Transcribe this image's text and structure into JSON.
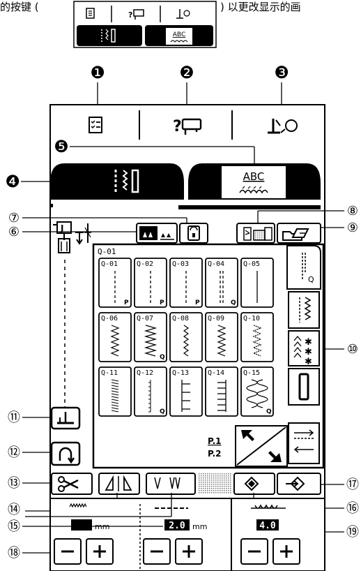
{
  "caption": {
    "left_text": "的按键 (",
    "right_text": ") 以更改显示的画"
  },
  "callouts": {
    "c1": "❶",
    "c2": "❷",
    "c3": "❸",
    "c4": "❹",
    "c5": "❺",
    "c6": "⑥",
    "c7": "⑦",
    "c8": "⑧",
    "c9": "⑨",
    "c10": "⑩",
    "c11": "⑪",
    "c12": "⑫",
    "c13": "⑬",
    "c14": "⑭",
    "c15": "⑮",
    "c16": "⑯",
    "c17": "⑰",
    "c18": "⑱",
    "c19": "⑲"
  },
  "tabs": {
    "char_label": "ABC"
  },
  "stitch_grid": {
    "category": "Q-01",
    "cells": [
      {
        "code": "Q-01",
        "mark": "P"
      },
      {
        "code": "Q-02",
        "mark": "P"
      },
      {
        "code": "Q-03",
        "mark": "P"
      },
      {
        "code": "Q-04",
        "mark": "Q"
      },
      {
        "code": "Q-05",
        "mark": ""
      },
      {
        "code": "Q-06",
        "mark": ""
      },
      {
        "code": "Q-07",
        "mark": "Q"
      },
      {
        "code": "Q-08",
        "mark": ""
      },
      {
        "code": "Q-09",
        "mark": ""
      },
      {
        "code": "Q-10",
        "mark": ""
      },
      {
        "code": "Q-11",
        "mark": ""
      },
      {
        "code": "Q-12",
        "mark": "Q"
      },
      {
        "code": "Q-13",
        "mark": ""
      },
      {
        "code": "Q-14",
        "mark": ""
      },
      {
        "code": "Q-15",
        "mark": "Q"
      }
    ]
  },
  "side_tab_q": "Q",
  "pager": {
    "current": "P.1",
    "total": "P.2"
  },
  "settings": {
    "width_value": "",
    "width_unit": "mm",
    "length_value": "2.0",
    "length_unit": "mm",
    "tension_value": "4.0"
  }
}
